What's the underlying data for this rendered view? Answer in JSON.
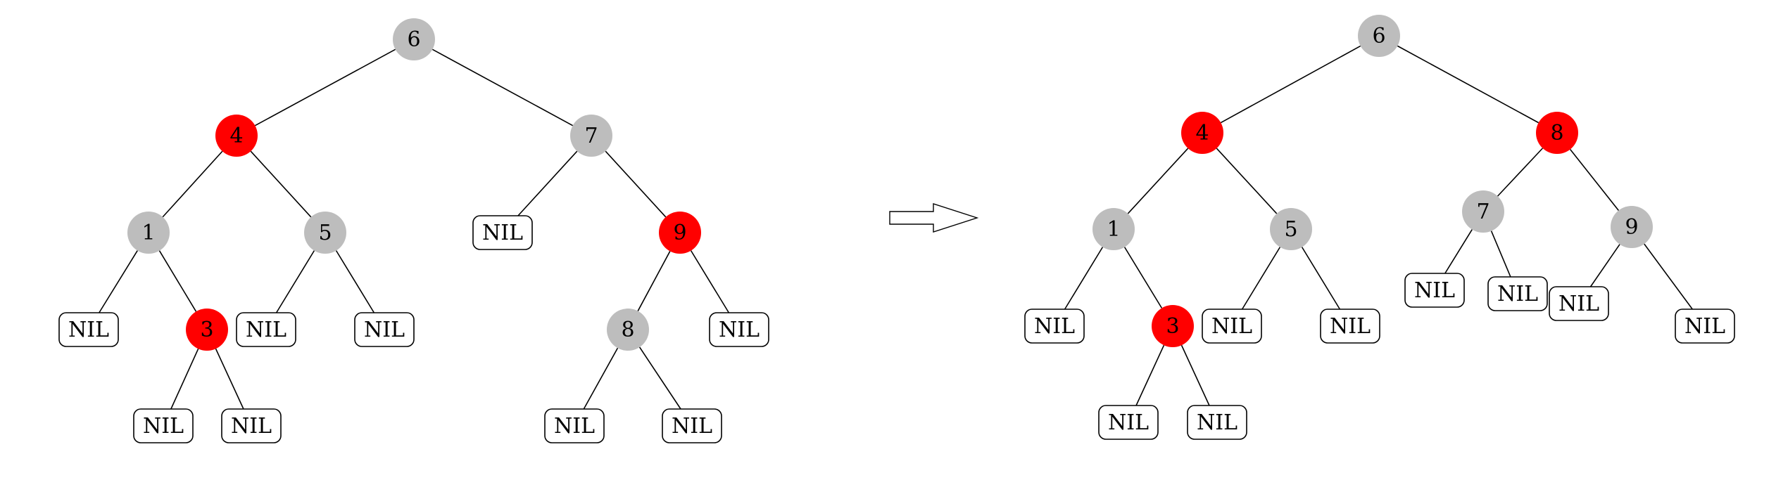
{
  "colors": {
    "black_node": "#bdbdbd",
    "red_node": "#ff0000",
    "edge": "#000000"
  },
  "transition_icon": "right-arrow-icon",
  "trees": [
    {
      "id": "before",
      "nodes": [
        {
          "id": "b6",
          "label": "6",
          "color": "black"
        },
        {
          "id": "b4",
          "label": "4",
          "color": "red"
        },
        {
          "id": "b7",
          "label": "7",
          "color": "black"
        },
        {
          "id": "b1",
          "label": "1",
          "color": "black"
        },
        {
          "id": "b5",
          "label": "5",
          "color": "black"
        },
        {
          "id": "bnil7",
          "label": "NIL",
          "color": "nil"
        },
        {
          "id": "b9",
          "label": "9",
          "color": "red"
        },
        {
          "id": "bnil1",
          "label": "NIL",
          "color": "nil"
        },
        {
          "id": "b3",
          "label": "3",
          "color": "red"
        },
        {
          "id": "bnil5a",
          "label": "NIL",
          "color": "nil"
        },
        {
          "id": "bnil5b",
          "label": "NIL",
          "color": "nil"
        },
        {
          "id": "b8",
          "label": "8",
          "color": "black"
        },
        {
          "id": "bnil9",
          "label": "NIL",
          "color": "nil"
        },
        {
          "id": "bnil3a",
          "label": "NIL",
          "color": "nil"
        },
        {
          "id": "bnil3b",
          "label": "NIL",
          "color": "nil"
        },
        {
          "id": "bnil8a",
          "label": "NIL",
          "color": "nil"
        },
        {
          "id": "bnil8b",
          "label": "NIL",
          "color": "nil"
        }
      ],
      "edges": [
        [
          "b6",
          "b4"
        ],
        [
          "b6",
          "b7"
        ],
        [
          "b4",
          "b1"
        ],
        [
          "b4",
          "b5"
        ],
        [
          "b7",
          "bnil7"
        ],
        [
          "b7",
          "b9"
        ],
        [
          "b1",
          "bnil1"
        ],
        [
          "b1",
          "b3"
        ],
        [
          "b5",
          "bnil5a"
        ],
        [
          "b5",
          "bnil5b"
        ],
        [
          "b9",
          "b8"
        ],
        [
          "b9",
          "bnil9"
        ],
        [
          "b3",
          "bnil3a"
        ],
        [
          "b3",
          "bnil3b"
        ],
        [
          "b8",
          "bnil8a"
        ],
        [
          "b8",
          "bnil8b"
        ]
      ]
    },
    {
      "id": "after",
      "nodes": [
        {
          "id": "a6",
          "label": "6",
          "color": "black"
        },
        {
          "id": "a4",
          "label": "4",
          "color": "red"
        },
        {
          "id": "a8",
          "label": "8",
          "color": "red"
        },
        {
          "id": "a1",
          "label": "1",
          "color": "black"
        },
        {
          "id": "a5",
          "label": "5",
          "color": "black"
        },
        {
          "id": "a7",
          "label": "7",
          "color": "black"
        },
        {
          "id": "a9",
          "label": "9",
          "color": "black"
        },
        {
          "id": "anil1",
          "label": "NIL",
          "color": "nil"
        },
        {
          "id": "a3",
          "label": "3",
          "color": "red"
        },
        {
          "id": "anil5a",
          "label": "NIL",
          "color": "nil"
        },
        {
          "id": "anil5b",
          "label": "NIL",
          "color": "nil"
        },
        {
          "id": "anil7a",
          "label": "NIL",
          "color": "nil"
        },
        {
          "id": "anil7b",
          "label": "NIL",
          "color": "nil"
        },
        {
          "id": "anil9a",
          "label": "NIL",
          "color": "nil"
        },
        {
          "id": "anil9b",
          "label": "NIL",
          "color": "nil"
        },
        {
          "id": "anil3a",
          "label": "NIL",
          "color": "nil"
        },
        {
          "id": "anil3b",
          "label": "NIL",
          "color": "nil"
        }
      ],
      "edges": [
        [
          "a6",
          "a4"
        ],
        [
          "a6",
          "a8"
        ],
        [
          "a4",
          "a1"
        ],
        [
          "a4",
          "a5"
        ],
        [
          "a8",
          "a7"
        ],
        [
          "a8",
          "a9"
        ],
        [
          "a1",
          "anil1"
        ],
        [
          "a1",
          "a3"
        ],
        [
          "a5",
          "anil5a"
        ],
        [
          "a5",
          "anil5b"
        ],
        [
          "a7",
          "anil7a"
        ],
        [
          "a7",
          "anil7b"
        ],
        [
          "a9",
          "anil9a"
        ],
        [
          "a9",
          "anil9b"
        ],
        [
          "a3",
          "anil3a"
        ],
        [
          "a3",
          "anil3b"
        ]
      ]
    }
  ]
}
